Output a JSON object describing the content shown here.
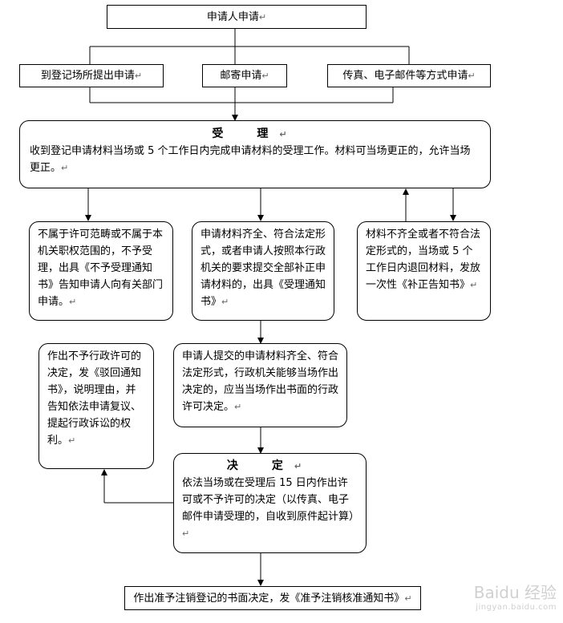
{
  "nodes": {
    "applicant_apply": "申请人申请",
    "in_person": "到登记场所提出申请",
    "mail": "邮寄申请",
    "fax_email": "传真、电子邮件等方式申请",
    "accept_title": "受　理",
    "accept_body": "收到登记申请材料当场或 5 个工作日内完成申请材料的受理工作。材料可当场更正的，允许当场更正。",
    "reject_scope": "不属于许可范畴或不属于本机关职权范围的，不予受理，出具《不予受理通知书》告知申请人向有关部门申请。",
    "complete_materials": "申请材料齐全、符合法定形式，或者申请人按照本行政机关的要求提交全部补正申请材料的，出具《受理通知书》",
    "incomplete_materials": "材料不齐全或者不符合法定形式的，当场或 5 个工作日内退回材料，发放一次性《补正告知书》",
    "on_site_decision": "申请人提交的申请材料齐全、符合法定形式，行政机关能够当场作出决定的，应当当场作出书面的行政许可决定。",
    "deny_decision": "作出不予行政许可的决定，发《驳回通知书》，说明理由，并告知依法申请复议、提起行政诉讼的权利。",
    "decide_title": "决　定",
    "decide_body": "依法当场或在受理后 15 日内作出许可或不予许可的决定（以传真、电子邮件申请受理的，自收到原件起计算）",
    "final": "作出准予注销登记的书面决定，发《准予注销核准通知书》"
  },
  "paragraph_mark": "↵",
  "watermark": {
    "brand": "Baidu 经验",
    "url": "jingyan.baidu.com"
  }
}
